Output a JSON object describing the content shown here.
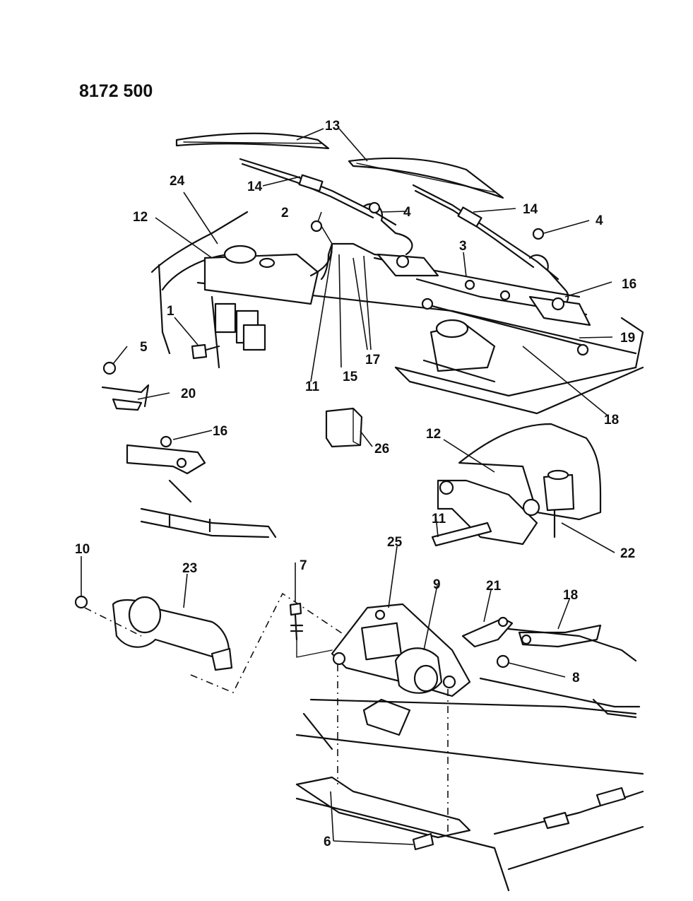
{
  "diagram_code": "8172 500",
  "callouts": [
    {
      "id": "c13",
      "text": "13"
    },
    {
      "id": "c24",
      "text": "24"
    },
    {
      "id": "c14a",
      "text": "14"
    },
    {
      "id": "c2",
      "text": "2"
    },
    {
      "id": "c4a",
      "text": "4"
    },
    {
      "id": "c14b",
      "text": "14"
    },
    {
      "id": "c4b",
      "text": "4"
    },
    {
      "id": "c12a",
      "text": "12"
    },
    {
      "id": "c3",
      "text": "3"
    },
    {
      "id": "c16a",
      "text": "16"
    },
    {
      "id": "c1",
      "text": "1"
    },
    {
      "id": "c19",
      "text": "19"
    },
    {
      "id": "c5",
      "text": "5"
    },
    {
      "id": "c11a",
      "text": "11"
    },
    {
      "id": "c15",
      "text": "15"
    },
    {
      "id": "c17",
      "text": "17"
    },
    {
      "id": "c20",
      "text": "20"
    },
    {
      "id": "c18a",
      "text": "18"
    },
    {
      "id": "c16b",
      "text": "16"
    },
    {
      "id": "c26",
      "text": "26"
    },
    {
      "id": "c12b",
      "text": "12"
    },
    {
      "id": "c11b",
      "text": "11"
    },
    {
      "id": "c22",
      "text": "22"
    },
    {
      "id": "c10",
      "text": "10"
    },
    {
      "id": "c23",
      "text": "23"
    },
    {
      "id": "c7",
      "text": "7"
    },
    {
      "id": "c25",
      "text": "25"
    },
    {
      "id": "c9",
      "text": "9"
    },
    {
      "id": "c21",
      "text": "21"
    },
    {
      "id": "c18b",
      "text": "18"
    },
    {
      "id": "c8",
      "text": "8"
    },
    {
      "id": "c6",
      "text": "6"
    }
  ]
}
